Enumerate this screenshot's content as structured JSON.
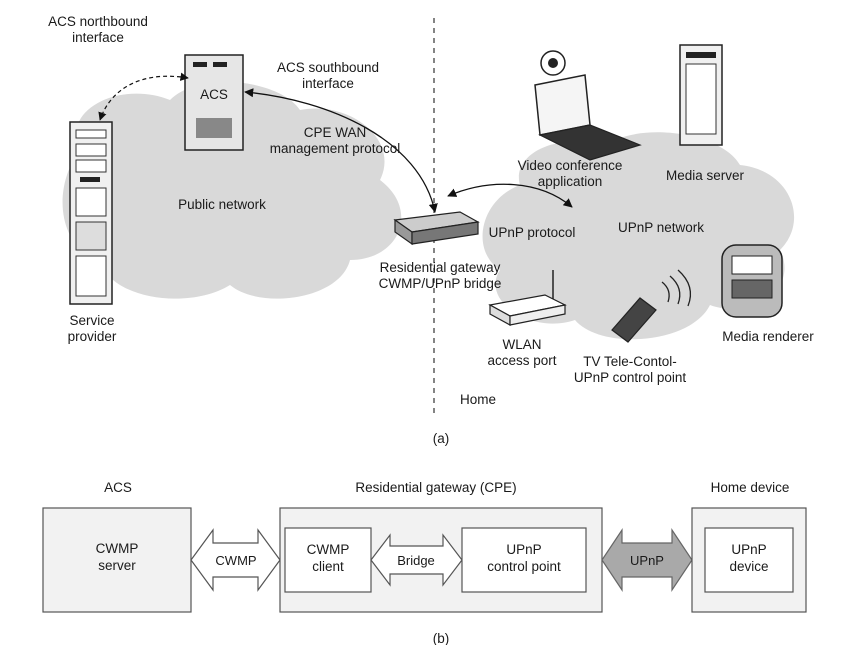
{
  "top": {
    "acs_northbound": [
      "ACS northbound",
      "interface"
    ],
    "acs_label": "ACS",
    "acs_southbound": [
      "ACS southbound",
      "interface"
    ],
    "cpe_wan": [
      "CPE WAN",
      "management protocol"
    ],
    "public_network": "Public network",
    "service_provider": [
      "Service",
      "provider"
    ],
    "residential_gateway": [
      "Residential gateway",
      "CWMP/UPnP bridge"
    ],
    "upnp_protocol": "UPnP protocol",
    "upnp_network": "UPnP network",
    "video_conference": [
      "Video conference",
      "application"
    ],
    "media_server": "Media server",
    "media_renderer": "Media renderer",
    "wlan": [
      "WLAN",
      "access port"
    ],
    "tv_control": [
      "TV Tele-Contol-",
      "UPnP control point"
    ],
    "home": "Home",
    "caption_a": "(a)"
  },
  "bottom": {
    "acs_title": "ACS",
    "gateway_title": "Residential gateway (CPE)",
    "home_device_title": "Home device",
    "cwmp_server": [
      "CWMP",
      "server"
    ],
    "cwmp_arrow": "CWMP",
    "cwmp_client": [
      "CWMP",
      "client"
    ],
    "bridge_arrow": "Bridge",
    "upnp_cp": [
      "UPnP",
      "control point"
    ],
    "upnp_arrow": "UPnP",
    "upnp_device": [
      "UPnP",
      "device"
    ],
    "caption_b": "(b)"
  },
  "colors": {
    "cloud": "#d9d9d9",
    "box": "#f2f2f2",
    "upnp_arrow": "#a9a9a9"
  }
}
